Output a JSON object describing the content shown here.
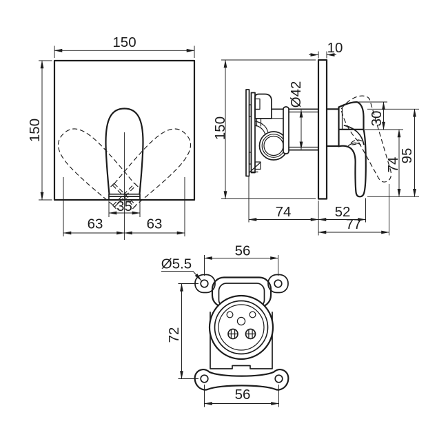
{
  "drawing_type": "faucet-mixer-technical-drawing",
  "colors": {
    "background": "#ffffff",
    "line": "#1c1c1c"
  },
  "views": {
    "front": {
      "width": "150",
      "height": "150",
      "handle_base_width": "35",
      "swing_left": "63",
      "swing_right": "63"
    },
    "side": {
      "plate_thickness": "10",
      "height": "150",
      "sleeve_diameter": "Ø42",
      "handle_head_height": "30",
      "handle_length": "74",
      "overall_height": "95",
      "rough_in_depth": "74",
      "handle_projection": "52",
      "overall_projection": "77"
    },
    "bottom": {
      "screw_hole_diameter": "Ø5.5",
      "top_hole_span": "56",
      "vertical_hole_span": "72",
      "bottom_hole_span": "56"
    }
  }
}
